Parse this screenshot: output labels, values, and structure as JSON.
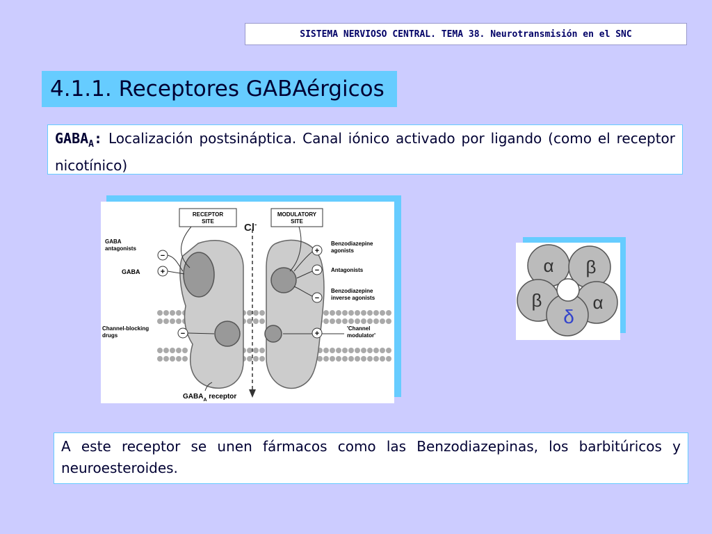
{
  "header": {
    "text": "SISTEMA NERVIOSO CENTRAL. TEMA 38. Neurotransmisión en el SNC"
  },
  "title": "4.1.1. Receptores GABAérgicos",
  "box1": {
    "label": "GABA",
    "label_sub": "A",
    "colon": ":",
    "text": " Localización postsináptica. Canal iónico activado por ligando (como el receptor nicotínico)"
  },
  "diagram": {
    "receptor_site": [
      "RECEPTOR",
      "SITE"
    ],
    "modulatory_site": [
      "MODULATORY",
      "SITE"
    ],
    "ion": "Cl",
    "ion_sup": "-",
    "gaba_antagonists": [
      "GABA",
      "antagonists"
    ],
    "gaba": "GABA",
    "channel_blocking": [
      "Channel-blocking",
      "drugs"
    ],
    "bz_agonists": [
      "Benzodiazepine",
      "agonists"
    ],
    "antagonists": "Antagonists",
    "bz_inverse": [
      "Benzodiazepine",
      "inverse agonists"
    ],
    "channel_modulator": [
      "'Channel",
      "modulator'"
    ],
    "receptor_label": "GABA",
    "receptor_label_sub": "A",
    "receptor_label_tail": " receptor",
    "minus": "−",
    "plus": "+"
  },
  "subunits": {
    "top_left": "α",
    "top_right": "β",
    "left": "β",
    "bottom": "δ",
    "right": "α"
  },
  "box2": {
    "text": "A este receptor se unen fármacos como las Benzodiazepinas, los barbitúricos y neuroesteroides."
  },
  "colors": {
    "background": "#ccccff",
    "accent": "#66ccff",
    "subunit_fill": "#bbbbbb",
    "delta": "#3344cc"
  }
}
